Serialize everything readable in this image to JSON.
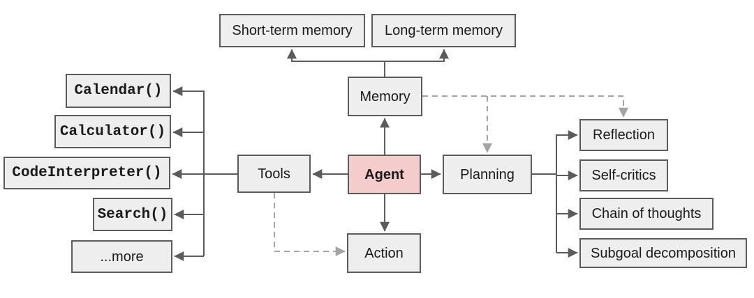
{
  "colors": {
    "box_fill": "#eeeeee",
    "box_border": "#5b5b5b",
    "agent_fill": "#f4cccc",
    "solid_line": "#5b5b5b",
    "dashed_line": "#a3a3a3",
    "text": "#1a1a1a"
  },
  "nodes": {
    "agent": {
      "label": "Agent"
    },
    "memory": {
      "label": "Memory"
    },
    "tools": {
      "label": "Tools"
    },
    "planning": {
      "label": "Planning"
    },
    "action": {
      "label": "Action"
    },
    "short_term": {
      "label": "Short-term memory"
    },
    "long_term": {
      "label": "Long-term memory"
    },
    "calendar": {
      "label": "Calendar()"
    },
    "calculator": {
      "label": "Calculator()"
    },
    "code_interpreter": {
      "label": "CodeInterpreter()"
    },
    "search": {
      "label": "Search()"
    },
    "more": {
      "label": "...more"
    },
    "reflection": {
      "label": "Reflection"
    },
    "self_critics": {
      "label": "Self-critics"
    },
    "chain_of_thoughts": {
      "label": "Chain of thoughts"
    },
    "subgoal_decomposition": {
      "label": "Subgoal decomposition"
    }
  }
}
